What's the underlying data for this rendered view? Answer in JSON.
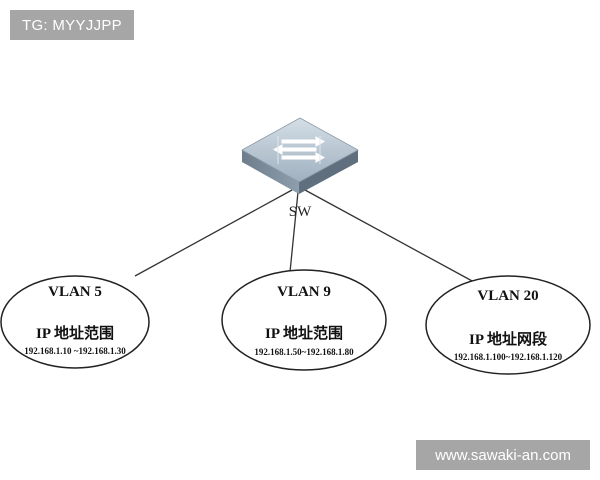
{
  "tag": "TG: MYYJJPP",
  "watermark": "www.sawaki-an.com",
  "switch": {
    "label": "SW"
  },
  "vlans": [
    {
      "title": "VLAN 5",
      "subtitle": "IP 地址范围",
      "range": "192.168.1.10 ~192.168.1.30"
    },
    {
      "title": "VLAN 9",
      "subtitle": "IP 地址范围",
      "range": "192.168.1.50~192.168.1.80"
    },
    {
      "title": "VLAN 20",
      "subtitle": "IP 地址网段",
      "range": "192.168.1.100~192.168.1.120"
    }
  ],
  "colors": {
    "switch_top": "#b9c7d3",
    "switch_side": "#7e8e9c",
    "line": "#333333"
  }
}
